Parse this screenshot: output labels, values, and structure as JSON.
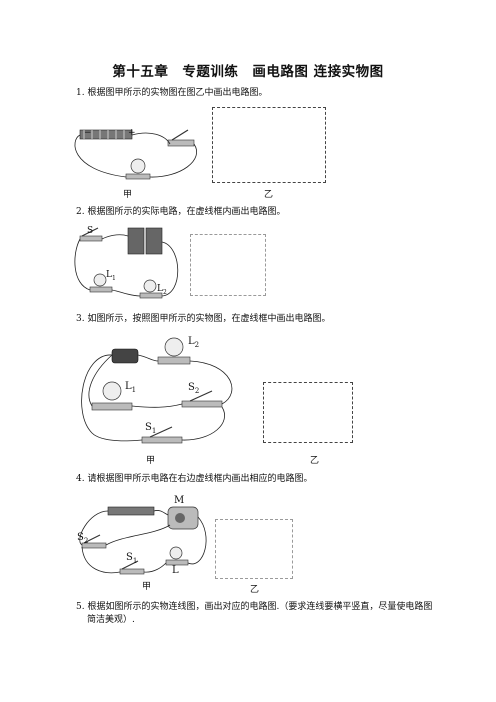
{
  "title": "第十五章　专题训练　画电路图 连接实物图",
  "questions": [
    {
      "number": "1.",
      "text": "根据图甲所示的实物图在图乙中画出电路图。"
    },
    {
      "number": "2.",
      "text": "根据图所示的实际电路，在虚线框内画出电路图。"
    },
    {
      "number": "3.",
      "text": "如图所示，按照图甲所示的实物图，在虚线框中画出电路图。"
    },
    {
      "number": "4.",
      "text": "请根据图甲所示电路在右边虚线框内画出相应的电路图。"
    },
    {
      "number": "5.",
      "text_line1": "根据如图所示的实物连线图，画出对应的电路图.（要求连线要横平竖直，尽量使电路图",
      "text_line2": "简洁美观）."
    }
  ],
  "captions": {
    "jia": "甲",
    "yi": "乙"
  },
  "labels": {
    "plus": "+",
    "minus": "−",
    "s": "S",
    "l1": "L",
    "l1_sub": "1",
    "l2": "L",
    "l2_sub": "2",
    "q3_l2": "L",
    "q3_l2_sub": "2",
    "q3_l1": "L",
    "q3_l1_sub": "1",
    "q3_s2": "S",
    "q3_s2_sub": "2",
    "q3_s1": "S",
    "q3_s1_sub": "1",
    "q4_m": "M",
    "q4_s2": "S",
    "q4_s2_sub": "2",
    "q4_s1": "S",
    "q4_s1_sub": "1",
    "q4_l": "L"
  }
}
